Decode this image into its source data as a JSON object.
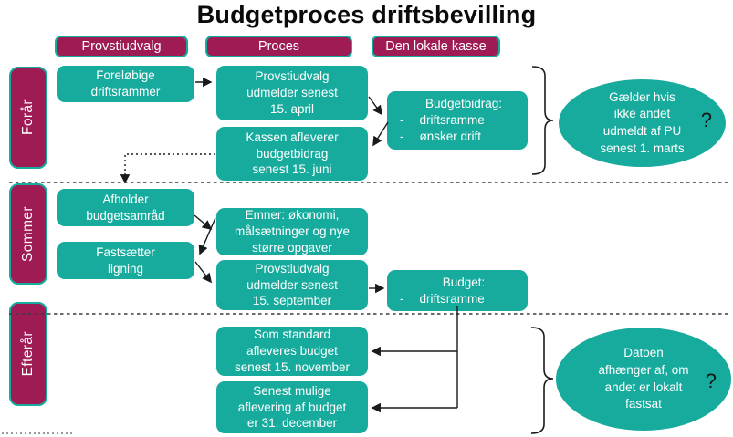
{
  "title": "Budgetproces driftsbevilling",
  "palette": {
    "teal": "#17ab9d",
    "maroon": "#9e1b53",
    "line": "#1a1a1a",
    "dash": "#3c3c3c"
  },
  "column_headers": [
    {
      "id": "provstiudvalg",
      "label": "Provstiudvalg"
    },
    {
      "id": "proces",
      "label": "Proces"
    },
    {
      "id": "den-lokale-kasse",
      "label": "Den lokale kasse"
    }
  ],
  "seasons": [
    {
      "id": "foraar",
      "label": "Forår"
    },
    {
      "id": "sommer",
      "label": "Sommer"
    },
    {
      "id": "efteraar",
      "label": "Efterår"
    }
  ],
  "boxes": {
    "forelobige_driftsrammer": [
      "Foreløbige",
      "driftsrammer"
    ],
    "pu_udmelder_april": [
      "Provstiudvalg",
      "udmelder senest",
      "15. april"
    ],
    "kassen_afleverer_juni": [
      "Kassen afleverer",
      "budgetbidrag",
      "senest 15. juni"
    ],
    "afholder_budgetsamraad": [
      "Afholder",
      "budgetsamråd"
    ],
    "fastsaetter_ligning": [
      "Fastsætter",
      "ligning"
    ],
    "emner": [
      "Emner: økonomi,",
      "målsætninger og nye",
      "større opgaver"
    ],
    "pu_udmelder_september": [
      "Provstiudvalg",
      "udmelder senest",
      "15. september"
    ],
    "som_standard_november": [
      "Som standard",
      "afleveres budget",
      "senest 15. november"
    ],
    "senest_mulige_december": [
      "Senest mulige",
      "aflevering af budget",
      "er 31. december"
    ]
  },
  "budgetbidrag": {
    "title": "Budgetbidrag:",
    "bullet": "-",
    "items": [
      "driftsramme",
      "ønsker drift"
    ]
  },
  "budget": {
    "title": "Budget:",
    "bullet": "-",
    "items": [
      "driftsramme"
    ]
  },
  "callouts": {
    "foraar": {
      "lines": [
        "Gælder hvis",
        "ikke andet",
        "udmeldt af PU",
        "senest 1. marts"
      ],
      "question_mark": "?"
    },
    "efteraar": {
      "lines": [
        "Datoen",
        "afhænger af, om",
        "andet er lokalt",
        "fastsat"
      ],
      "question_mark": "?"
    }
  }
}
